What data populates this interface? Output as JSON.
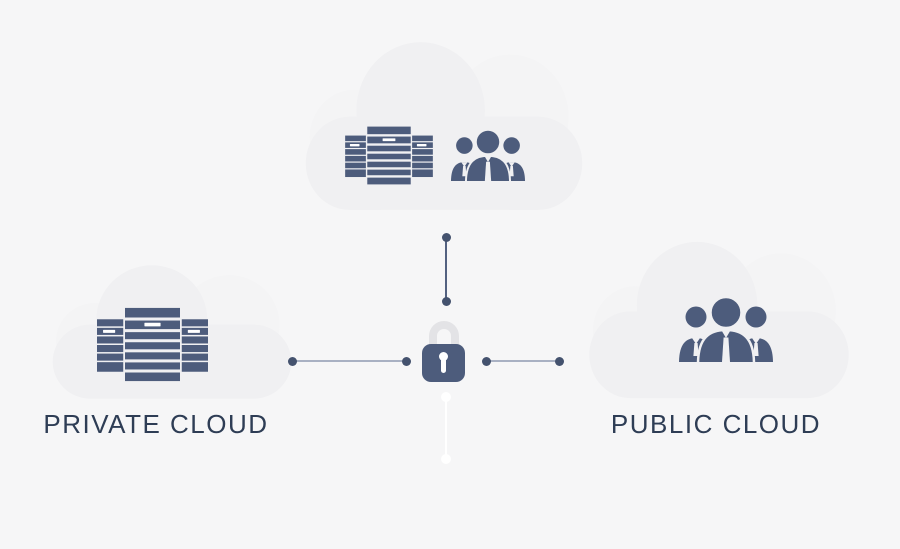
{
  "diagram": {
    "type": "hybrid-cloud-security-diagram",
    "labels": {
      "private": "PRIVATE CLOUD",
      "public": "PUBLIC CLOUD"
    },
    "nodes": [
      {
        "id": "hybrid-cloud-top",
        "label": "",
        "icons": [
          "server-rack-icon",
          "users-icon"
        ]
      },
      {
        "id": "private-cloud",
        "label": "PRIVATE CLOUD",
        "icons": [
          "server-rack-icon"
        ]
      },
      {
        "id": "public-cloud",
        "label": "PUBLIC CLOUD",
        "icons": [
          "users-icon"
        ]
      },
      {
        "id": "security-center",
        "label": "",
        "icons": [
          "lock-icon"
        ]
      }
    ],
    "connectors": [
      {
        "from": "hybrid-cloud-top",
        "to": "security-center",
        "style": "dark-line-with-dots"
      },
      {
        "from": "private-cloud",
        "to": "security-center",
        "style": "light-line-with-dots"
      },
      {
        "from": "public-cloud",
        "to": "security-center",
        "style": "light-line-with-dots"
      },
      {
        "from": "security-center",
        "to": "bottom",
        "style": "white-line-with-dots"
      }
    ]
  },
  "colors": {
    "bg": "#f6f6f7",
    "cloud": "#f0f0f2",
    "cloud_light": "#f4f4f5",
    "accent": "#4d5c7c",
    "dot": "#44526e",
    "line_light": "#a9b1c3",
    "line_dark": "#536180",
    "text": "#2e3d55",
    "shackle": "#e3e3e6",
    "white": "#ffffff"
  }
}
